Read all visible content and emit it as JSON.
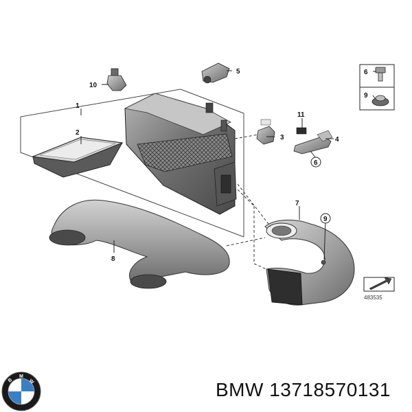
{
  "callouts": {
    "c1": "1",
    "c2": "2",
    "c3": "3",
    "c4": "4",
    "c5": "5",
    "c6": "6",
    "c6b": "6",
    "c7": "7",
    "c8": "8",
    "c9": "9",
    "c9b": "9",
    "c10": "10",
    "c11": "11"
  },
  "reference_number": "483535",
  "footer": {
    "part_text": "BMW 13718570131"
  },
  "logo": {
    "letters": [
      "B",
      "M",
      "W"
    ],
    "colors": {
      "ring": "#1a1a1a",
      "blue": "#3a7fc4",
      "white": "#ffffff"
    }
  },
  "colors": {
    "part_dark": "#3c3c3c",
    "part_mid": "#8a8a8a",
    "part_light": "#c8c8c8",
    "leader": "#222222"
  }
}
